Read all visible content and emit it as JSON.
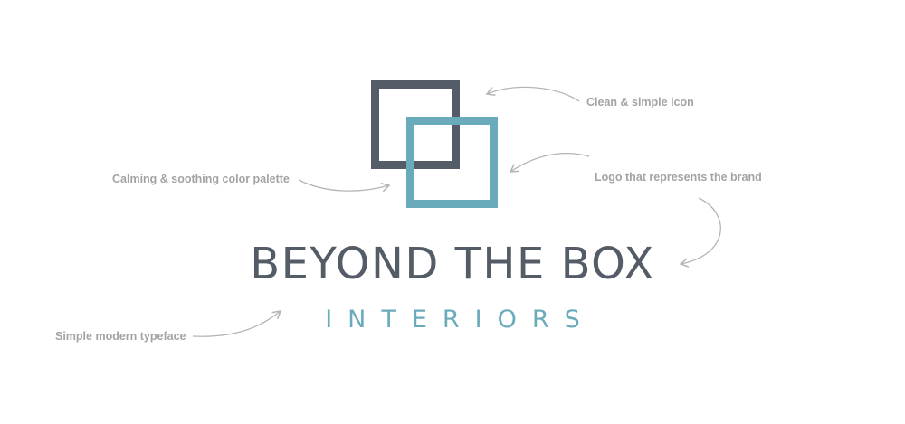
{
  "colors": {
    "dark_slate": "#545d67",
    "teal": "#6aabbb",
    "annotation_gray": "#a3a3a3",
    "arrow_gray": "#b5b5b5",
    "background": "#ffffff"
  },
  "logo": {
    "icon_name": "overlapping-squares-logo-icon",
    "brand_name": "BEYOND THE BOX",
    "brand_subtitle": "INTERIORS"
  },
  "annotations": {
    "icon_note": "Clean & simple icon",
    "brand_note": "Logo that represents the brand",
    "palette_note": "Calming & soothing color palette",
    "typeface_note": "Simple modern typeface"
  }
}
